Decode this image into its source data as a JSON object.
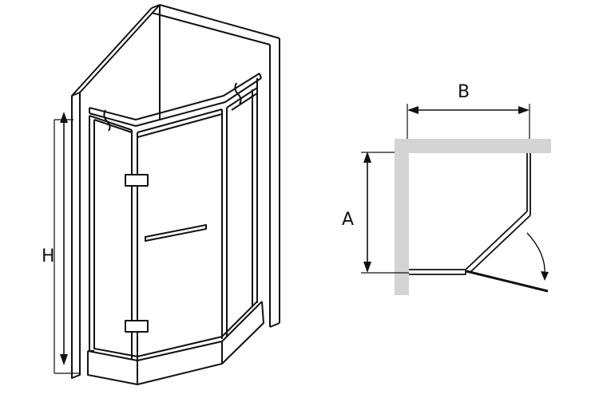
{
  "labels": {
    "height": "H",
    "depth": "A",
    "width": "B"
  },
  "colors": {
    "line": "#111111",
    "wall": "#d4d4d4",
    "background": "#ffffff"
  }
}
